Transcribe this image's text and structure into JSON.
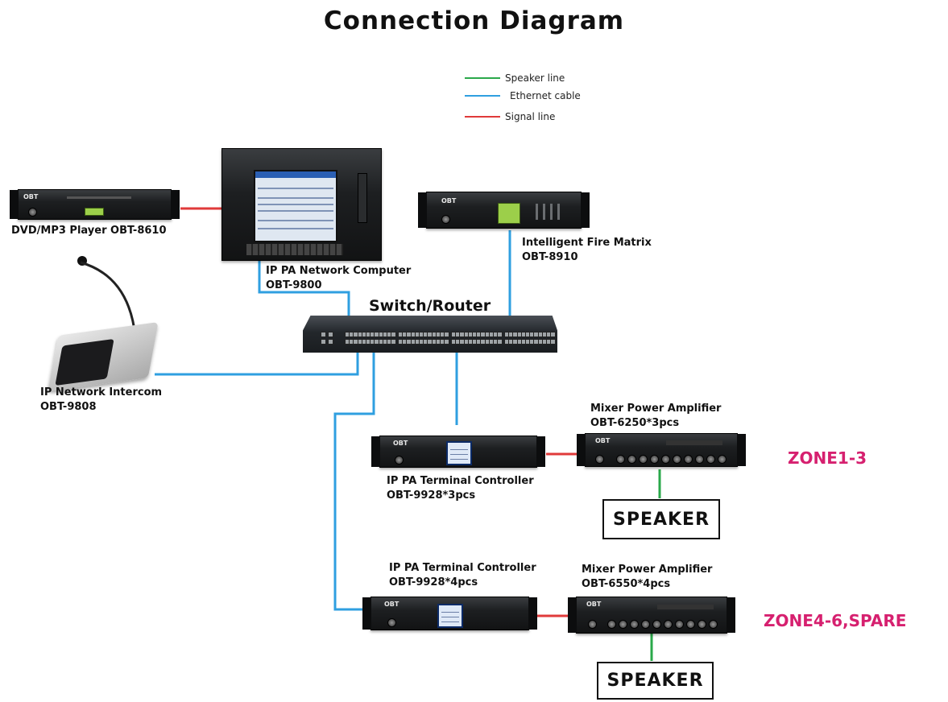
{
  "title": "Connection Diagram",
  "legend": [
    {
      "label": "Speaker line",
      "color": "#2aa84a"
    },
    {
      "label": "Ethernet cable",
      "color": "#2f9fe0"
    },
    {
      "label": "Signal line",
      "color": "#e03a3a"
    }
  ],
  "devices": {
    "dvd_player": "DVD/MP3 Player OBT-8610",
    "pa_computer": {
      "line1": "IP PA Network Computer",
      "line2": "OBT-9800"
    },
    "fire_matrix": {
      "line1": "Intelligent Fire Matrix",
      "line2": "OBT-8910"
    },
    "switch": "Switch/Router",
    "intercom": {
      "line1": "IP Network Intercom",
      "line2": "OBT-9808"
    },
    "controller_a": {
      "line1": "IP PA Terminal Controller",
      "line2": "OBT-9928*3pcs"
    },
    "amplifier_a": {
      "line1": "Mixer Power  Amplifier",
      "line2": "OBT-6250*3pcs"
    },
    "controller_b": {
      "line1": "IP PA Terminal Controller",
      "line2": "OBT-9928*4pcs"
    },
    "amplifier_b": {
      "line1": "Mixer Power  Amplifier",
      "line2": "OBT-6550*4pcs"
    }
  },
  "speakers": {
    "a": "SPEAKER",
    "b": "SPEAKER"
  },
  "zones": {
    "a": "ZONE1-3",
    "b": "ZONE4-6,SPARE",
    "color": "#d6206f"
  },
  "brand": "OBT"
}
